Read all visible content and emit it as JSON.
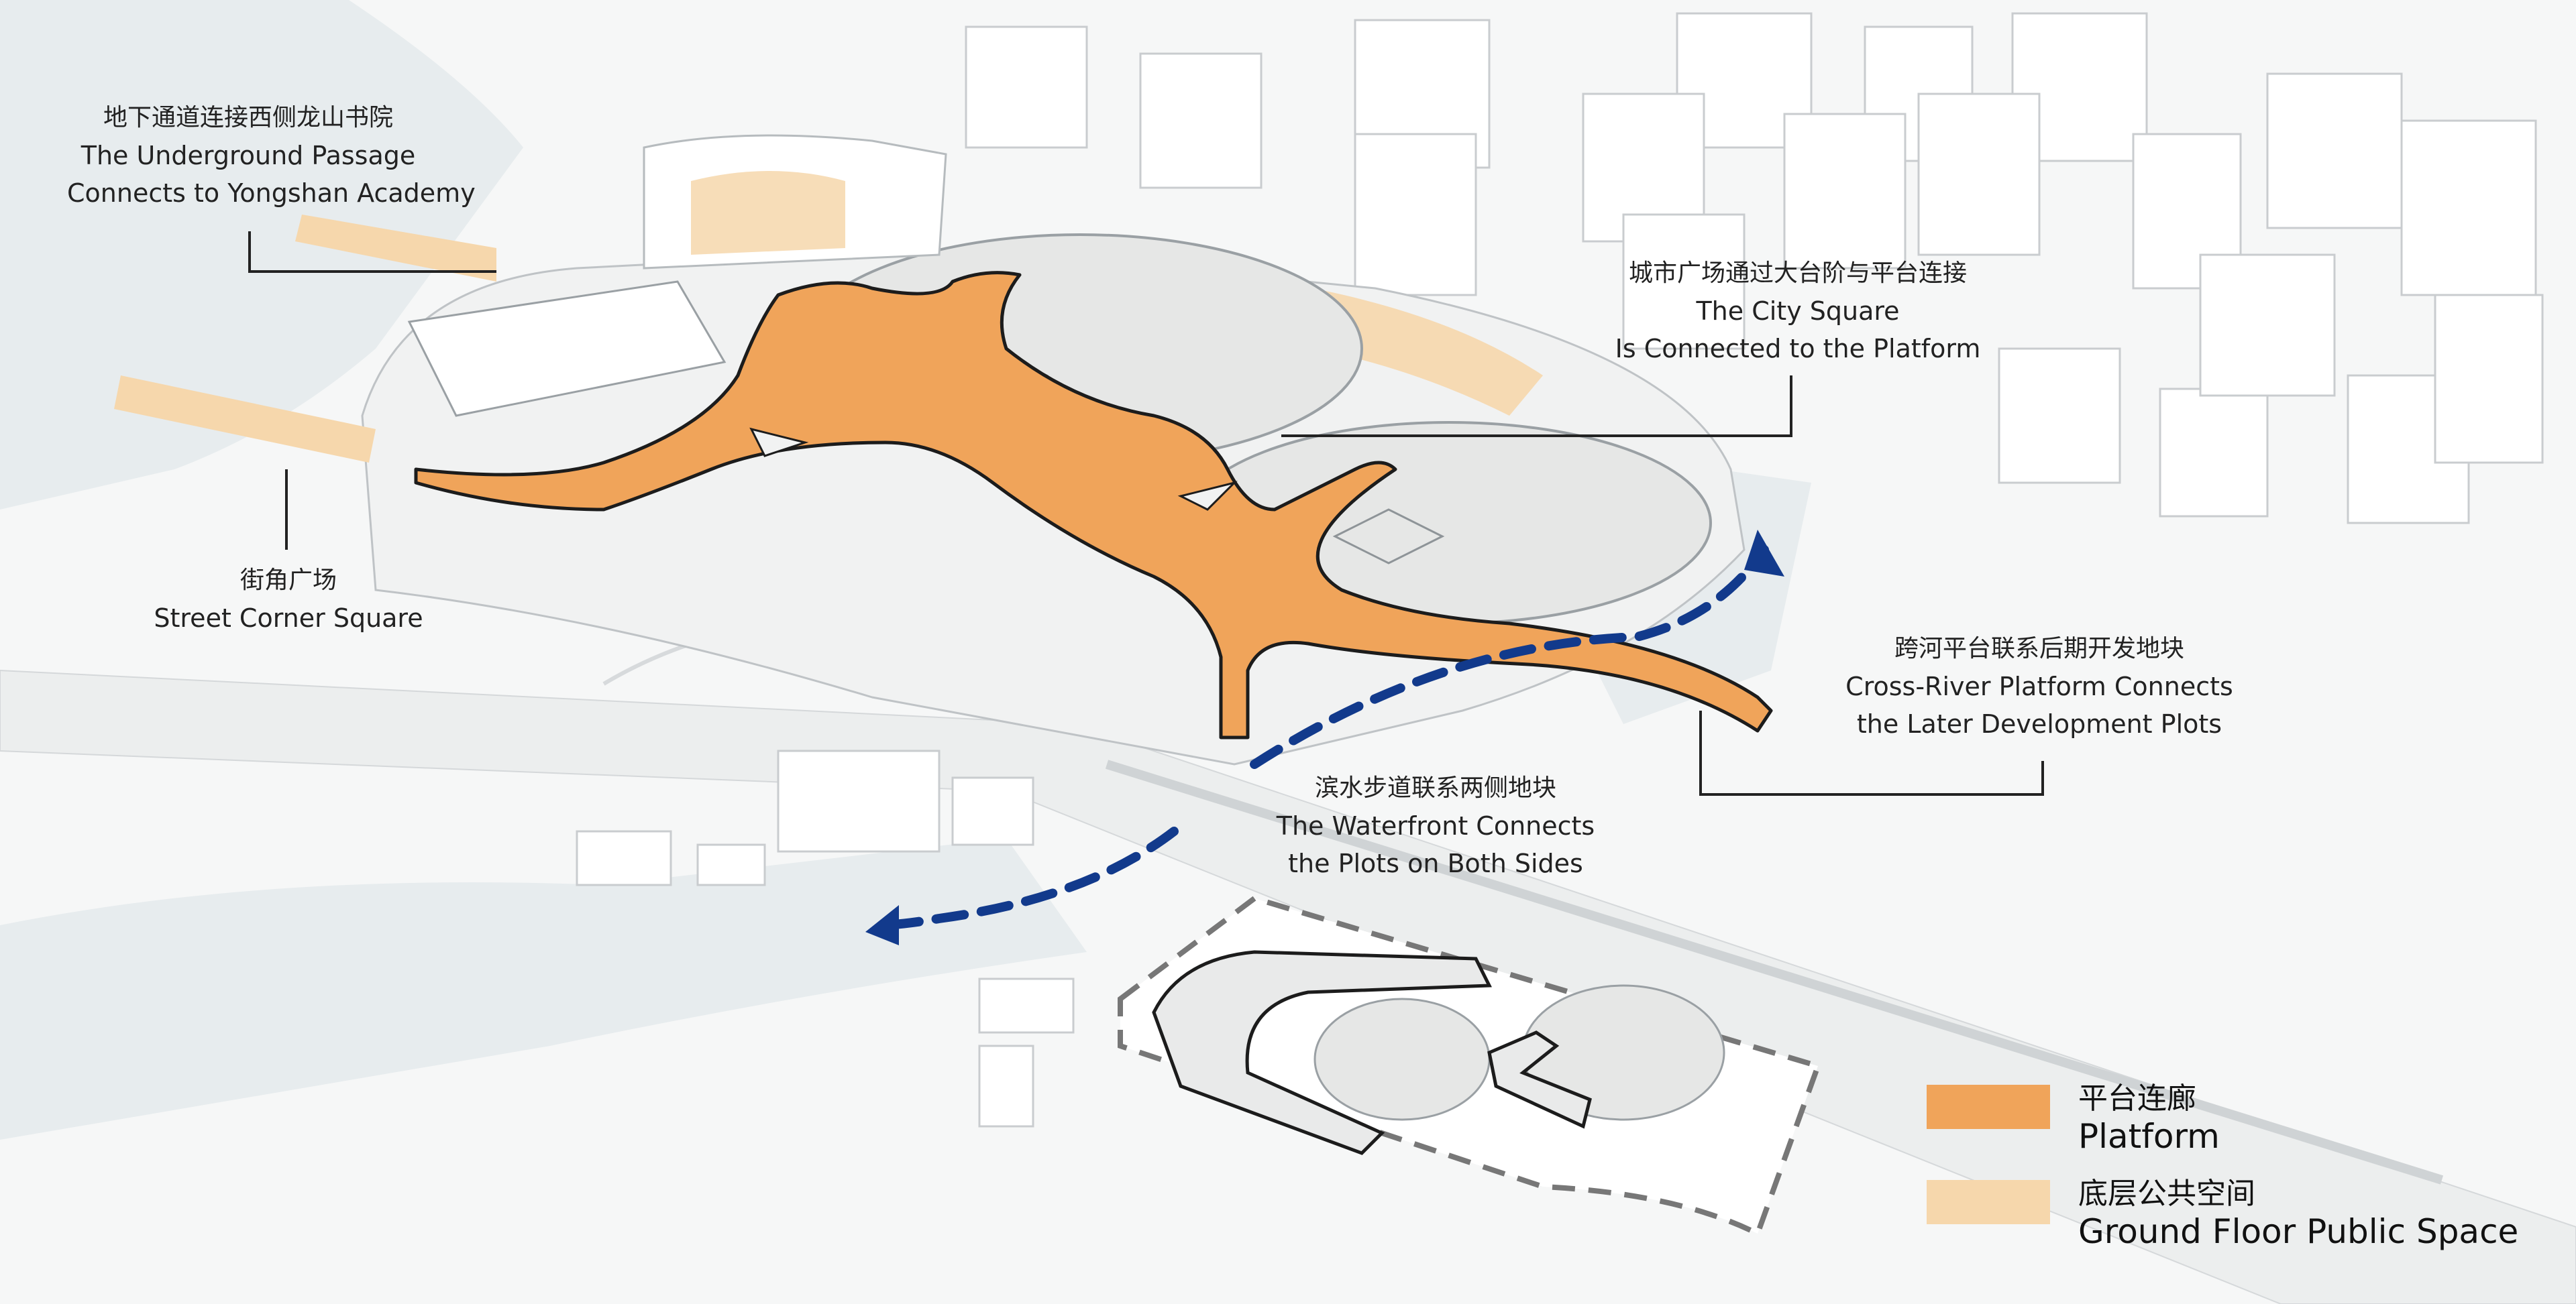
{
  "colors": {
    "background": "#f6f7f7",
    "platform": "#f0a45a",
    "platform_edge": "#1c1c1c",
    "ground_floor_public": "#f6d7ac",
    "building": "#ffffff",
    "building_edge": "#c9cccf",
    "water": "#e4e9ec",
    "road": "#ebeded",
    "flow_arrow": "#123a8c",
    "leader_line": "#222222",
    "dashed_site": "#777777"
  },
  "annotations": {
    "underground": {
      "zh": "地下通道连接西侧龙山书院",
      "en1": "The Underground Passage",
      "en2": "Connects to Yongshan Academy"
    },
    "city_square": {
      "zh": "城市广场通过大台阶与平台连接",
      "en1": "The City Square",
      "en2": "Is Connected to the Platform"
    },
    "street_corner": {
      "zh": "街角广场",
      "en1": "Street Corner Square"
    },
    "cross_river": {
      "zh": "跨河平台联系后期开发地块",
      "en1": "Cross-River Platform Connects",
      "en2": "the Later Development Plots"
    },
    "waterfront": {
      "zh": "滨水步道联系两侧地块",
      "en1": "The Waterfront Connects",
      "en2": "the Plots on Both Sides"
    }
  },
  "legend": {
    "platform": {
      "zh": "平台连廊",
      "en": "Platform",
      "color": "#f0a45a"
    },
    "ground_floor": {
      "zh": "底层公共空间",
      "en": "Ground Floor Public Space",
      "color": "#f6d7ac"
    }
  },
  "icons": {
    "flow_arrow": "dashed-curved-arrow",
    "leader": "leader-line"
  }
}
